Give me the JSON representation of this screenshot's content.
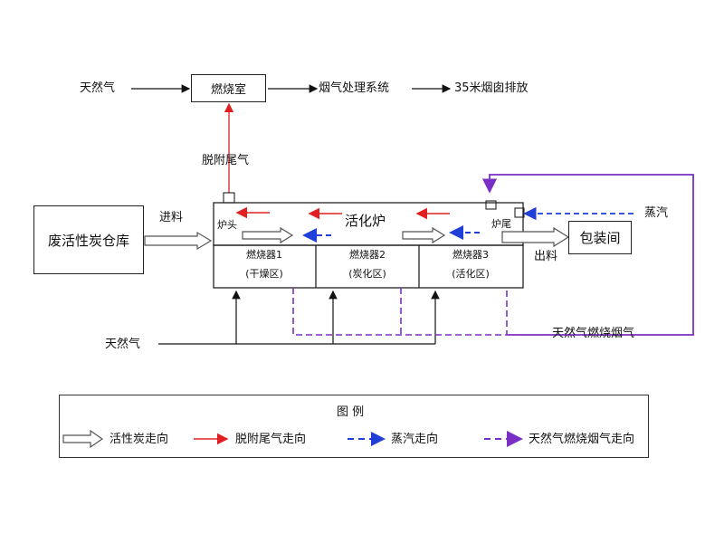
{
  "top": {
    "natural_gas": "天然气",
    "combustion_chamber": "燃烧室",
    "flue_gas_system": "烟气处理系统",
    "chimney": "35米烟囱排放",
    "desorption_tail_gas": "脱附尾气"
  },
  "middle": {
    "warehouse": "废活性炭仓库",
    "feed_in": "进料",
    "furnace_title": "活化炉",
    "furnace_head": "炉头",
    "furnace_tail": "炉尾",
    "steam": "蒸汽",
    "packaging": "包装间",
    "discharge": "出料",
    "burners": [
      {
        "name": "燃烧器1",
        "zone": "(干燥区)"
      },
      {
        "name": "燃烧器2",
        "zone": "(炭化区)"
      },
      {
        "name": "燃烧器3",
        "zone": "(活化区)"
      }
    ],
    "natural_gas_bottom": "天然气",
    "ng_flue_gas": "天然气燃烧烟气"
  },
  "legend": {
    "title": "图  例",
    "items": [
      {
        "label": "活性炭走向",
        "color": "#555555"
      },
      {
        "label": "脱附尾气走向",
        "color": "#e02020"
      },
      {
        "label": "蒸汽走向",
        "color": "#1f3fd8"
      },
      {
        "label": "天然气燃烧烟气走向",
        "color": "#7a2fc4"
      }
    ]
  }
}
